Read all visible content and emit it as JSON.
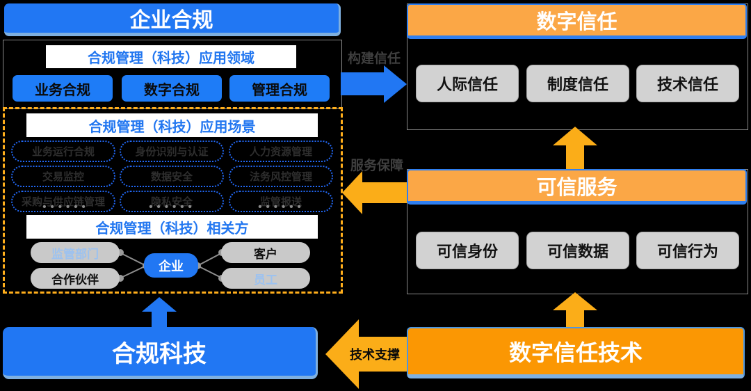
{
  "colors": {
    "blue": "#2177F3",
    "light_blue_edge": "#7FB0E0",
    "orange_header": "#FBA746",
    "orange_deep": "#FB9703",
    "arrow_yellow": "#FBAD18",
    "dashed_border": "#FFAE1B",
    "gray_box": "#D2D2D2",
    "title_blue": "#2176F0"
  },
  "left": {
    "header": "企业合规",
    "domains": {
      "title": "合规管理（科技）应用领域",
      "items": [
        "业务合规",
        "数字合规",
        "管理合规"
      ]
    },
    "scenarios": {
      "title": "合规管理（科技）应用场景",
      "rows": [
        [
          "业务运行合规",
          "身份识别与认证",
          "人力资源管理"
        ],
        [
          "交易监控",
          "数据安全",
          "法务风控管理"
        ],
        [
          "采购与供应链管理",
          "隐私安全",
          "监管报送"
        ]
      ],
      "dots": "••••••"
    },
    "stakeholders": {
      "title": "合规管理（科技）相关方",
      "center": "企业",
      "left_items": [
        "监管部门",
        "合作伙伴"
      ],
      "right_items": [
        "客户",
        "员工"
      ]
    },
    "bottom": "合规科技"
  },
  "right": {
    "trust": {
      "header": "数字信任",
      "items": [
        "人际信任",
        "制度信任",
        "技术信任"
      ]
    },
    "services": {
      "header": "可信服务",
      "items": [
        "可信身份",
        "可信数据",
        "可信行为"
      ]
    },
    "bottom": "数字信任技术"
  },
  "arrows": {
    "build_trust": "构建信任",
    "service_guarantee": "服务保障",
    "tech_support": "技术支撑"
  }
}
